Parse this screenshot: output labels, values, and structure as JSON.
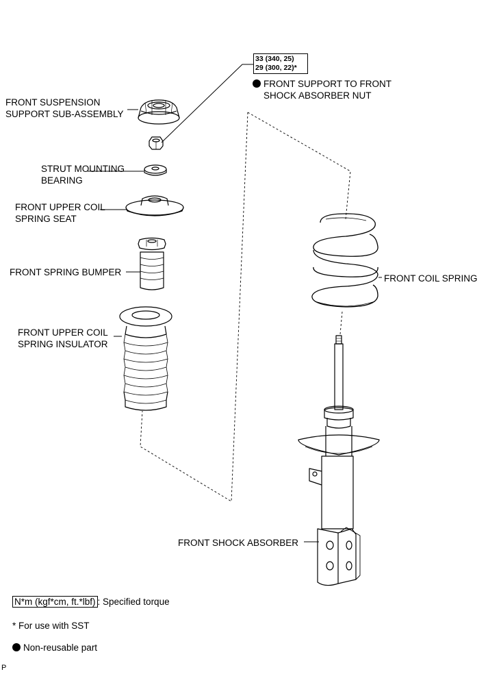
{
  "labels": {
    "support_line1": "FRONT SUSPENSION",
    "support_line2": "SUPPORT SUB-ASSEMBLY",
    "bearing_line1": "STRUT MOUNTING",
    "bearing_line2": "BEARING",
    "seat_line1": "FRONT UPPER COIL",
    "seat_line2": "SPRING SEAT",
    "bumper": "FRONT SPRING BUMPER",
    "insulator_line1": "FRONT UPPER COIL",
    "insulator_line2": "SPRING INSULATOR",
    "coil_spring": "FRONT COIL SPRING",
    "shock_absorber": "FRONT SHOCK ABSORBER",
    "nut_line1": "FRONT SUPPORT TO FRONT",
    "nut_line2": "SHOCK ABSORBER NUT"
  },
  "torque": {
    "line1": "33 (340, 25)",
    "line2": "29 (300, 22)*"
  },
  "legend": {
    "torque_unit": "N*m (kgf*cm, ft.*lbf)",
    "torque_desc": ": Specified torque",
    "sst_note": "* For use with SST",
    "nonreusable": "Non-reusable part"
  },
  "corner_mark": "P"
}
